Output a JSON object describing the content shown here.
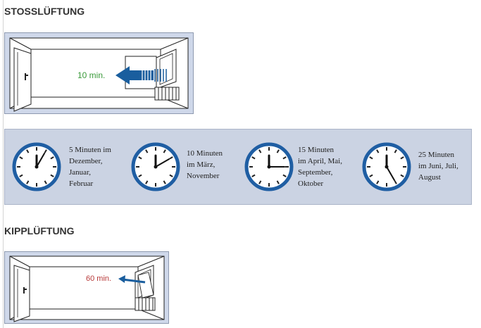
{
  "sections": {
    "stoss": {
      "title": "STOSSLÜFTUNG",
      "duration_label": "10 min."
    },
    "kipp": {
      "title": "KIPPLÜFTUNG",
      "duration_label": "60 min."
    }
  },
  "clocks": [
    {
      "minutes": 5,
      "lines": [
        "5 Minuten im",
        "Dezember,",
        "Januar,",
        "Februar"
      ]
    },
    {
      "minutes": 10,
      "lines": [
        "10 Minuten",
        "im März,",
        "November"
      ]
    },
    {
      "minutes": 15,
      "lines": [
        "15 Minuten",
        "im April, Mai,",
        "September,",
        "Oktober"
      ]
    },
    {
      "minutes": 25,
      "lines": [
        "25 Minuten",
        "im Juni, Juli,",
        "August"
      ]
    }
  ],
  "colors": {
    "accent_arrow": "#1a5e9e",
    "stoss_label": "#3a9a3a",
    "kipp_label": "#b83a3a",
    "clock_ring": "#1f5ea3",
    "band": "#cbd3e3"
  }
}
